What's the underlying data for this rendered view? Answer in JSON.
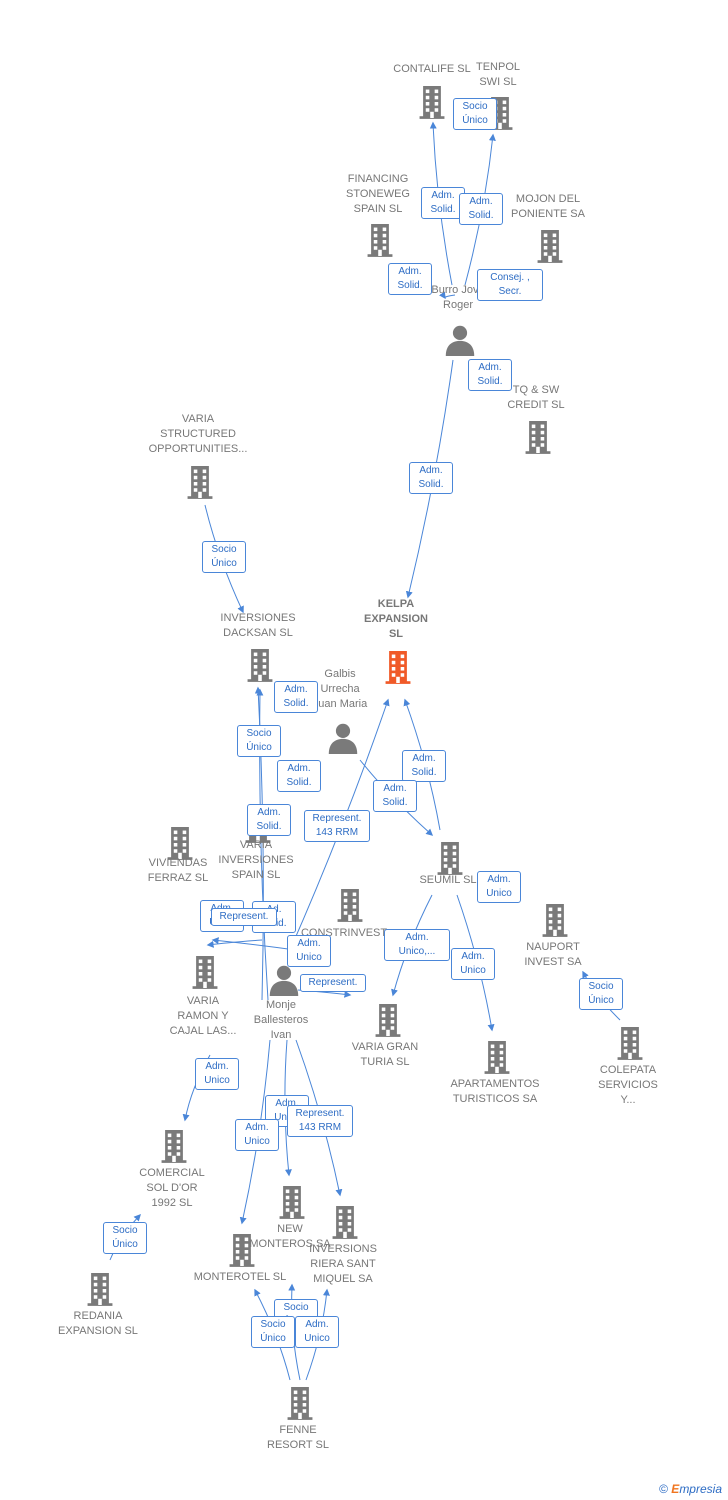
{
  "colors": {
    "edge": "#4a86d8",
    "company": "#7a7a7a",
    "main_company": "#f05a28",
    "badge_text": "#2d6cc4"
  },
  "nodes": [
    {
      "id": "contalife",
      "label": [
        "CONTALIFE  SL"
      ],
      "icon": "building-icon"
    },
    {
      "id": "tenpol",
      "label": [
        "TENPOL",
        "SWI  SL"
      ],
      "icon": "building-icon"
    },
    {
      "id": "financing",
      "label": [
        "FINANCING",
        "STONEWEG",
        "SPAIN  SL"
      ],
      "icon": "building-icon"
    },
    {
      "id": "mojon",
      "label": [
        "MOJON DEL",
        "PONIENTE SA"
      ],
      "icon": "building-icon"
    },
    {
      "id": "burro",
      "label": [
        "Burro Jove",
        "Roger"
      ],
      "icon": "person-icon"
    },
    {
      "id": "tqsw",
      "label": [
        "TQ & SW",
        "CREDIT  SL"
      ],
      "icon": "building-icon"
    },
    {
      "id": "varia_structured",
      "label": [
        "VARIA",
        "STRUCTURED",
        "OPPORTUNITIES..."
      ],
      "icon": "building-icon"
    },
    {
      "id": "kelpa",
      "label": [
        "KELPA",
        "EXPANSION",
        "SL"
      ],
      "icon": "building-icon",
      "main": true
    },
    {
      "id": "dacksan",
      "label": [
        "INVERSIONES",
        "DACKSAN  SL"
      ],
      "icon": "building-icon"
    },
    {
      "id": "galbis",
      "label": [
        "Galbis",
        "Urrecha",
        "Juan Maria"
      ],
      "icon": "person-icon"
    },
    {
      "id": "viviendas",
      "label": [
        "VIVIENDAS",
        "FERRAZ  SL"
      ],
      "icon": "building-icon"
    },
    {
      "id": "varia_inv",
      "label": [
        "VARIA",
        "INVERSIONES",
        "SPAIN  SL"
      ],
      "icon": "building-icon"
    },
    {
      "id": "seumil",
      "label": [
        "SEUMIL  SL"
      ],
      "icon": "building-icon"
    },
    {
      "id": "constrinvest",
      "label": [
        "CONSTRINVEST..."
      ],
      "icon": "building-icon"
    },
    {
      "id": "nauport",
      "label": [
        "NAUPORT",
        "INVEST SA"
      ],
      "icon": "building-icon"
    },
    {
      "id": "varia_ramon",
      "label": [
        "VARIA",
        "RAMON Y",
        "CAJAL LAS..."
      ],
      "icon": "building-icon"
    },
    {
      "id": "monje",
      "label": [
        "Monje",
        "Ballesteros",
        "Ivan"
      ],
      "icon": "person-icon"
    },
    {
      "id": "varia_gran",
      "label": [
        "VARIA GRAN",
        "TURIA  SL"
      ],
      "icon": "building-icon"
    },
    {
      "id": "apartamentos",
      "label": [
        "APARTAMENTOS",
        "TURISTICOS SA"
      ],
      "icon": "building-icon"
    },
    {
      "id": "colepata",
      "label": [
        "COLEPATA",
        "SERVICIOS",
        "Y..."
      ],
      "icon": "building-icon"
    },
    {
      "id": "comercial",
      "label": [
        "COMERCIAL",
        "SOL D'OR",
        "1992 SL"
      ],
      "icon": "building-icon"
    },
    {
      "id": "new_monteros",
      "label": [
        "NEW",
        "MONTEROS SA"
      ],
      "icon": "building-icon"
    },
    {
      "id": "inv_riera",
      "label": [
        "INVERSIONS",
        "RIERA SANT",
        "MIQUEL SA"
      ],
      "icon": "building-icon"
    },
    {
      "id": "monterotel",
      "label": [
        "MONTEROTEL SL"
      ],
      "icon": "building-icon"
    },
    {
      "id": "redania",
      "label": [
        "REDANIA",
        "EXPANSION  SL"
      ],
      "icon": "building-icon"
    },
    {
      "id": "fenne",
      "label": [
        "FENNE",
        "RESORT  SL"
      ],
      "icon": "building-icon"
    }
  ],
  "badges": [
    [
      "Socio",
      "Único"
    ],
    [
      "Adm.",
      "Solid."
    ],
    [
      "Adm.",
      "Solid."
    ],
    [
      "Adm.",
      "Solid."
    ],
    [
      "Consej. ,",
      "Secr."
    ],
    [
      "Adm.",
      "Solid."
    ],
    [
      "Adm.",
      "Solid."
    ],
    [
      "Socio",
      "Único"
    ],
    [
      "Adm.",
      "Solid."
    ],
    [
      "Socio",
      "Único"
    ],
    [
      "Adm.",
      "Solid."
    ],
    [
      "Adm.",
      "Solid."
    ],
    [
      "Represent.",
      "143 RRM"
    ],
    [
      "Adm.",
      "Solid."
    ],
    [
      "Adm.",
      "Solid."
    ],
    [
      "Adm.",
      "Unico"
    ],
    [
      "Adm.",
      "Unico"
    ],
    [
      "Ad.",
      "Solid."
    ],
    [
      "Represent."
    ],
    [
      "Adm.",
      "Unico"
    ],
    [
      "Adm.",
      "Unico,..."
    ],
    [
      "Adm.",
      "Unico"
    ],
    [
      "Represent."
    ],
    [
      "Socio",
      "Único"
    ],
    [
      "Adm.",
      "Unico"
    ],
    [
      "Adm.",
      "Unico"
    ],
    [
      "Represent.",
      "143 RRM"
    ],
    [
      "Adm.",
      "Unico"
    ],
    [
      "Socio",
      "Único"
    ],
    [
      "Socio",
      "Único"
    ],
    [
      "Socio",
      "Único"
    ],
    [
      "Adm.",
      "Unico"
    ]
  ],
  "footer": {
    "copyright": "©",
    "brand_initial": "E",
    "brand_rest": "mpresia"
  }
}
